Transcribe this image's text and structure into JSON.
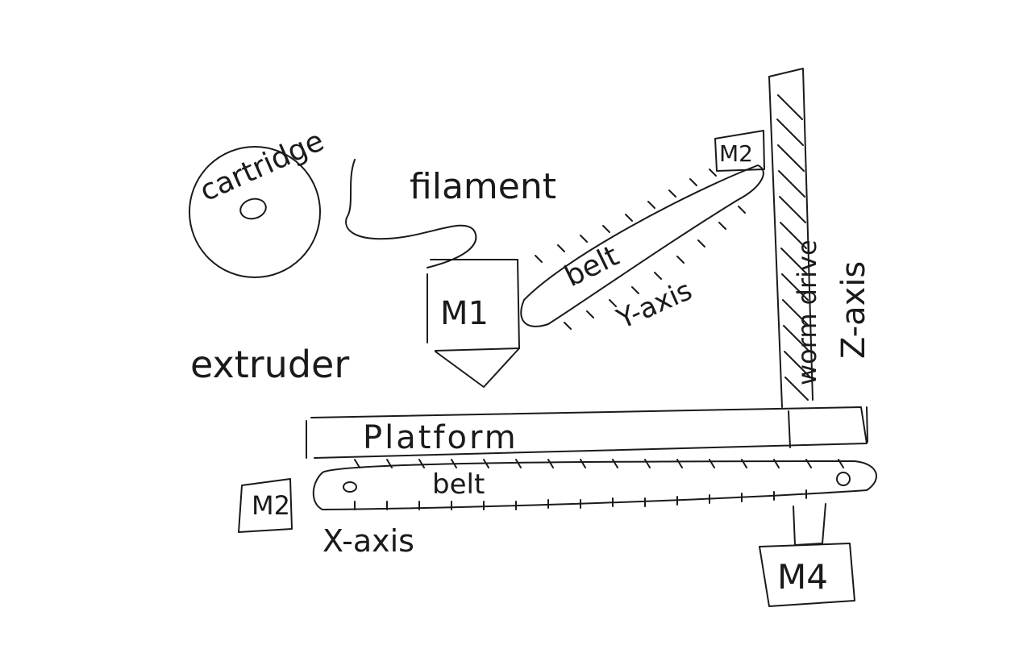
{
  "labels": {
    "cartridge": "cartridge",
    "filament": "filament",
    "belt_y": "belt",
    "y_axis": "Y-axis",
    "m1": "M1",
    "m2_top": "M2",
    "extruder": "extruder",
    "worm_drive": "worm drive",
    "z_axis": "Z-axis",
    "platform": "Platform",
    "belt_x": "belt",
    "m2_bottom": "M2",
    "x_axis": "X-axis",
    "m4": "M4"
  },
  "colors": {
    "ink": "#1a1a1a",
    "background": "#ffffff"
  }
}
